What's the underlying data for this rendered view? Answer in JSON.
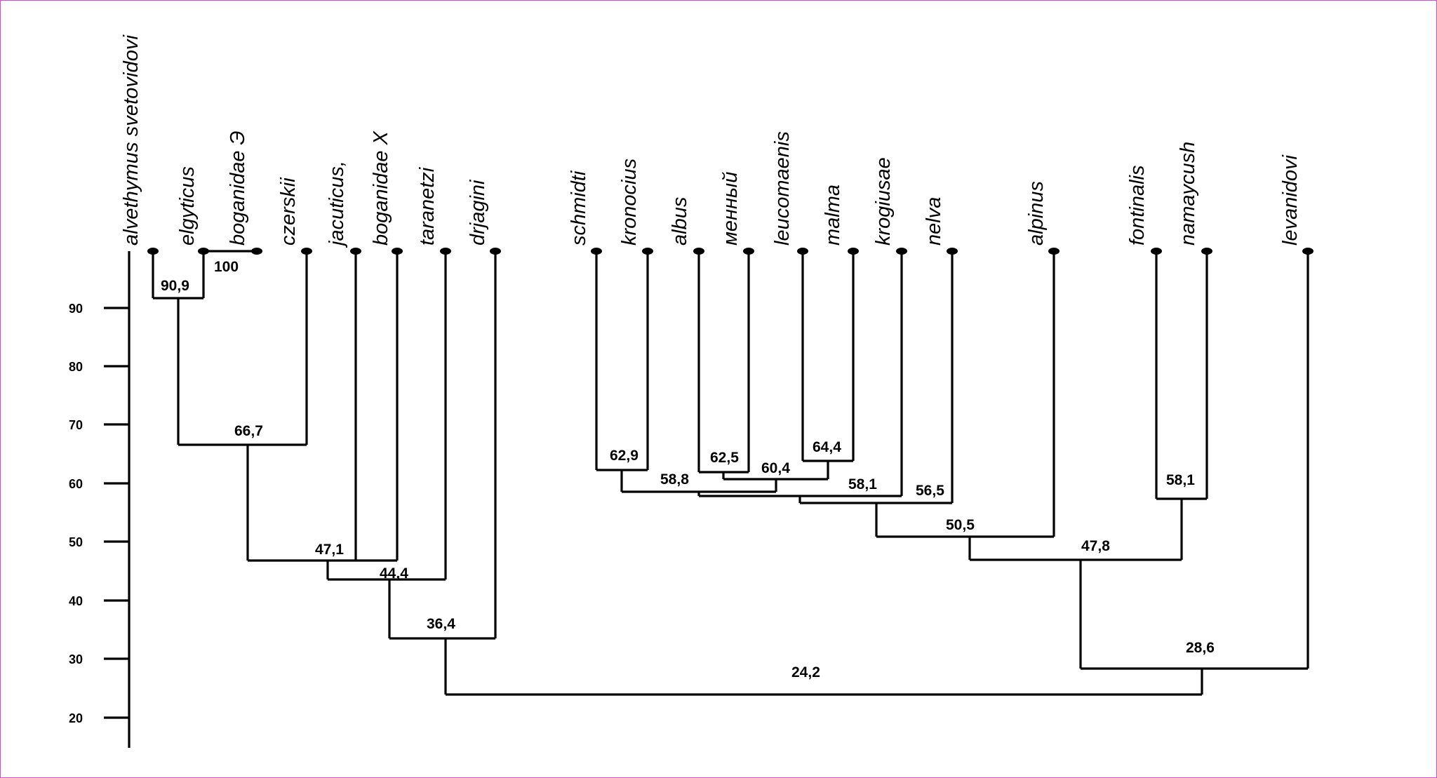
{
  "axis": {
    "ticks": [
      90,
      80,
      70,
      60,
      50,
      40,
      30,
      20
    ]
  },
  "taxa": [
    "alvethymus svetovidovi",
    "elgyticus",
    "boganidae Э",
    "czerskii",
    "jacuticus,",
    "boganidae X",
    "taranetzi",
    "drjagini",
    "schmidti",
    "kronocius",
    "albus",
    "менный",
    "leucomaenis",
    "malma",
    "krogiusae",
    "nelva",
    "alpinus",
    "fontinalis",
    "namaycush",
    "levanidovi"
  ],
  "nodes": [
    "90,9",
    "100",
    "66,7",
    "47,1",
    "44,4",
    "36,4",
    "62,9",
    "58,8",
    "62,5",
    "60,4",
    "64,4",
    "58,1",
    "56,5",
    "50,5",
    "58,1",
    "47,8",
    "28,6",
    "24,2"
  ]
}
